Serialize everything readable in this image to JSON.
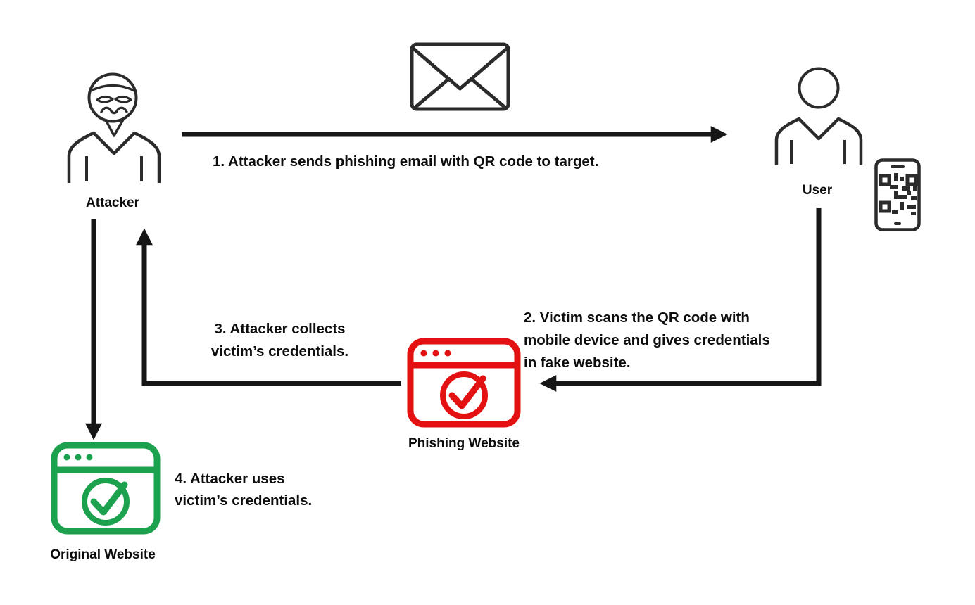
{
  "diagram": {
    "nodes": {
      "attacker": {
        "label": "Attacker"
      },
      "user": {
        "label": "User"
      },
      "phishing_website": {
        "label": "Phishing Website"
      },
      "original_website": {
        "label": "Original Website"
      }
    },
    "steps": [
      {
        "lines": [
          "1. Attacker sends phishing email with QR code to target."
        ]
      },
      {
        "lines": [
          "2. Victim scans the QR code with",
          "mobile device and gives credentials",
          "in fake website."
        ]
      },
      {
        "lines": [
          "3. Attacker collects",
          "victim’s credentials."
        ]
      },
      {
        "lines": [
          "4. Attacker uses",
          "victim’s credentials."
        ]
      }
    ],
    "icons": [
      "masked-attacker-icon",
      "envelope-icon",
      "user-icon",
      "smartphone-qr-icon",
      "phishing-browser-icon",
      "original-browser-icon"
    ],
    "colors": {
      "line": "#161616",
      "icon": "#2b2b2b",
      "phishing_red": "#e31112",
      "original_green": "#1ca24e",
      "text": "#0d0d0d"
    }
  }
}
